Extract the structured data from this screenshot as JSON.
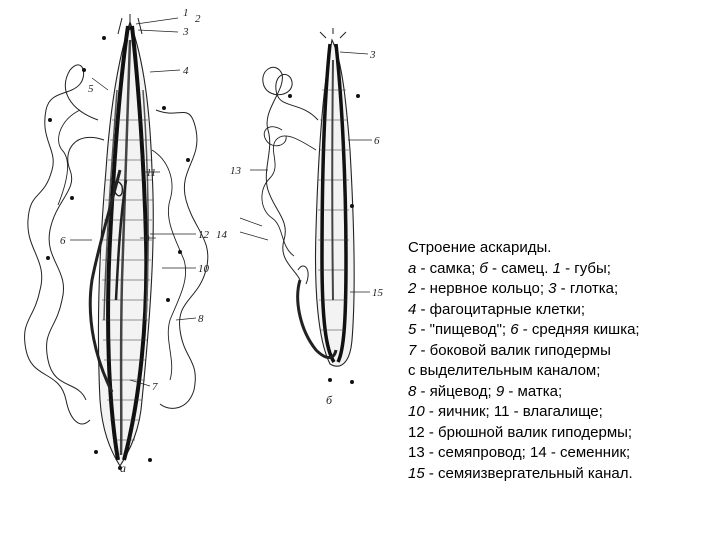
{
  "figure": {
    "female_label": "а",
    "male_label": "б",
    "female_numbers": [
      "1",
      "2",
      "3",
      "4",
      "5",
      "11",
      "6",
      "9",
      "12",
      "14",
      "10",
      "8",
      "7"
    ],
    "male_numbers": [
      "3",
      "6",
      "13",
      "15"
    ]
  },
  "caption": {
    "title": "Строение аскариды.",
    "lines": [
      [
        {
          "t": "а",
          "i": true
        },
        {
          "t": " - самка; ",
          "i": false
        },
        {
          "t": "б",
          "i": true
        },
        {
          "t": " - самец. ",
          "i": false
        },
        {
          "t": "1",
          "i": true
        },
        {
          "t": " - губы;",
          "i": false
        }
      ],
      [
        {
          "t": "2",
          "i": true
        },
        {
          "t": " - нервное кольцо; ",
          "i": false
        },
        {
          "t": "3",
          "i": true
        },
        {
          "t": " - глотка;",
          "i": false
        }
      ],
      [
        {
          "t": "4",
          "i": true
        },
        {
          "t": " - фагоцитарные клетки;",
          "i": false
        }
      ],
      [
        {
          "t": "5",
          "i": true
        },
        {
          "t": " - \"пищевод\"; ",
          "i": false
        },
        {
          "t": "6",
          "i": true
        },
        {
          "t": " - средняя кишка;",
          "i": false
        }
      ],
      [
        {
          "t": "7",
          "i": true
        },
        {
          "t": " - боковой валик гиподермы",
          "i": false
        }
      ],
      [
        {
          "t": "с выделительным каналом;",
          "i": false
        }
      ],
      [
        {
          "t": "8",
          "i": true
        },
        {
          "t": " - яйцевод; ",
          "i": false
        },
        {
          "t": "9",
          "i": true
        },
        {
          "t": " - матка;",
          "i": false
        }
      ],
      [
        {
          "t": "10",
          "i": true
        },
        {
          "t": " - яичник; 11 - влагалище;",
          "i": false
        }
      ],
      [
        {
          "t": "12 - брюшной валик гиподермы;",
          "i": false
        }
      ],
      [
        {
          "t": "13 - семяпровод; 14 - семенник;",
          "i": false
        }
      ],
      [
        {
          "t": "15",
          "i": true
        },
        {
          "t": " - семяизвергательный канал.",
          "i": false
        }
      ]
    ]
  }
}
